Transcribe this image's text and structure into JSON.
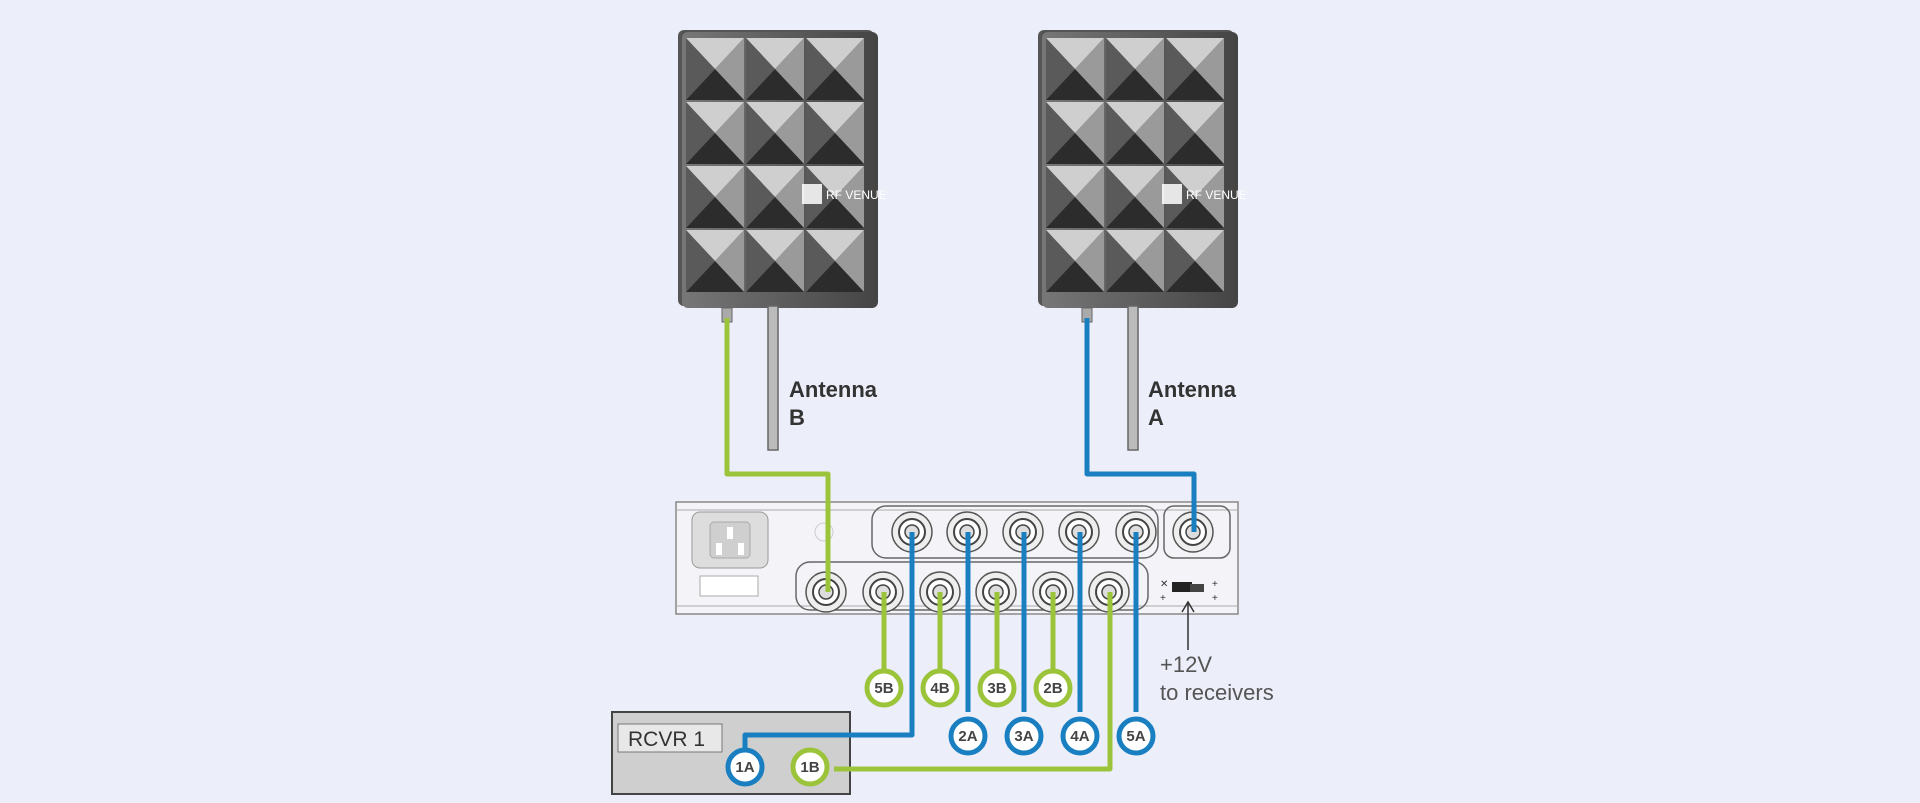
{
  "antennas": [
    {
      "id": "B",
      "label_line1": "Antenna",
      "label_line2": "B",
      "brand": "RF VENUE",
      "cable_color": "#9cc43a"
    },
    {
      "id": "A",
      "label_line1": "Antenna",
      "label_line2": "A",
      "brand": "RF VENUE",
      "cable_color": "#1a7fc1"
    }
  ],
  "power_note": {
    "line1": "+12V",
    "line2": "to receivers"
  },
  "receiver": {
    "label": "RCVR 1"
  },
  "port_tags": [
    "5B",
    "4B",
    "3B",
    "2B",
    "2A",
    "3A",
    "4A",
    "5A",
    "1A",
    "1B"
  ],
  "colors": {
    "green": "#9cc43a",
    "blue": "#1a7fc1",
    "background": "#eceef9"
  }
}
